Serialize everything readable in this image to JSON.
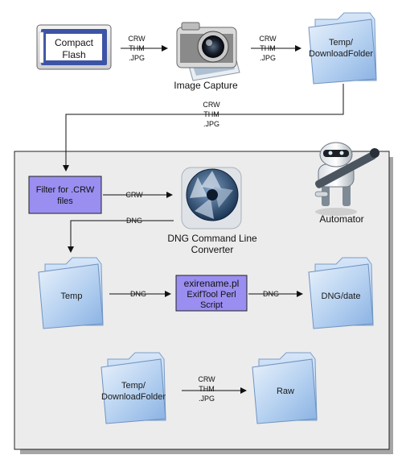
{
  "source_card": {
    "line1": "Compact",
    "line2": "Flash"
  },
  "image_capture": {
    "label": "Image Capture"
  },
  "download_folder_top": {
    "line1": "Temp/",
    "line2": "DownloadFolder"
  },
  "flow_crw_thm_jpg": {
    "l1": "CRW",
    "l2": "THM",
    "l3": ".JPG"
  },
  "filter_box": {
    "line1": "Filter for .CRW",
    "line2": "files"
  },
  "flow_crw": "CRW",
  "flow_dng": "DNG",
  "dng_converter": {
    "line1": "DNG Command Line",
    "line2": "Converter"
  },
  "automator": {
    "label": "Automator"
  },
  "temp_folder": {
    "label": "Temp"
  },
  "exif_box": {
    "line1": "exirename.pl",
    "line2": "ExifTool Perl",
    "line3": "Script"
  },
  "dng_date_folder": {
    "label": "DNG/date"
  },
  "download_folder_bottom": {
    "line1": "Temp/",
    "line2": "DownloadFolder"
  },
  "raw_folder": {
    "label": "Raw"
  },
  "colors": {
    "process_box": "#9a8ef0",
    "folder_blue": "#9fc3ec",
    "panel_bg": "#ececec"
  }
}
